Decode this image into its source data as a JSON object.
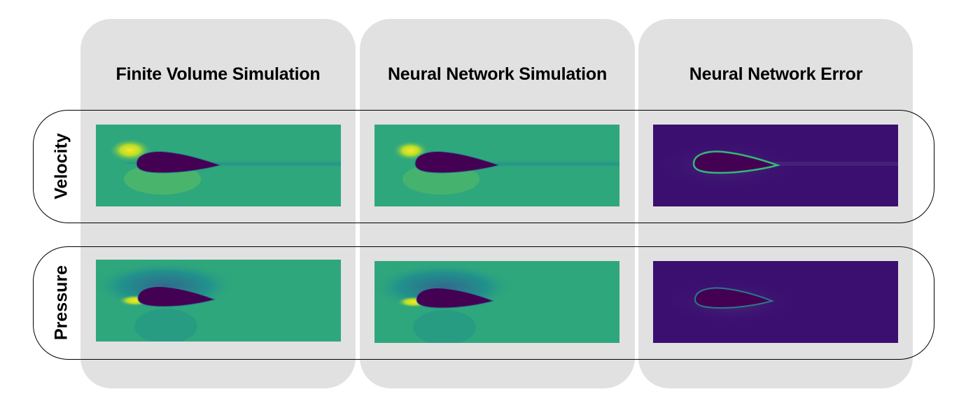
{
  "columns": [
    {
      "title": "Finite Volume Simulation"
    },
    {
      "title": "Neural Network Simulation"
    },
    {
      "title": "Neural Network Error"
    }
  ],
  "rows": [
    {
      "label": "Velocity"
    },
    {
      "label": "Pressure"
    }
  ],
  "colors": {
    "panel_bg": "#e1e1e1",
    "field_teal": "#2fa77c",
    "airfoil_purple": "#440154",
    "high_yellow": "#fde725",
    "error_bg": "#3b0f70"
  }
}
